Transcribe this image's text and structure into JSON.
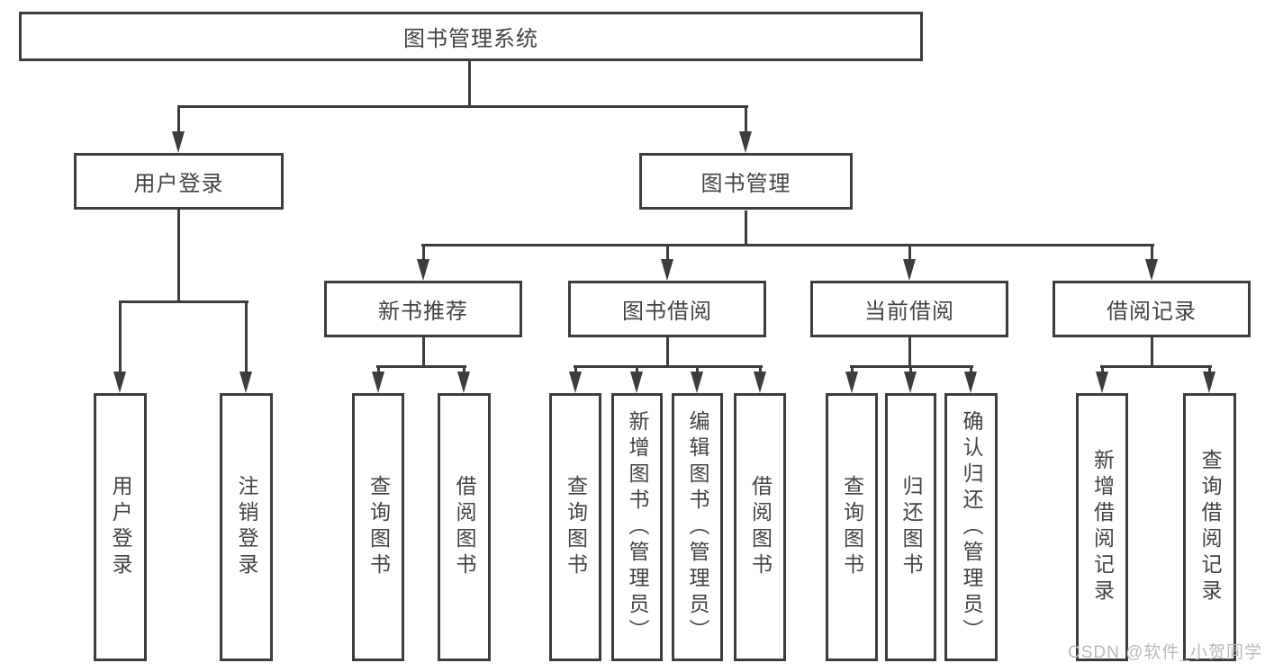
{
  "diagram": {
    "root": "图书管理系统",
    "nodes": {
      "user_login": "用户登录",
      "book_mgmt": "图书管理",
      "new_books": "新书推荐",
      "book_borrow": "图书借阅",
      "current_borrow": "当前借阅",
      "borrow_records": "借阅记录"
    },
    "leaves": {
      "user_login": [
        "用户登录",
        "注销登录"
      ],
      "new_books": [
        "查询图书",
        "借阅图书"
      ],
      "book_borrow": [
        "查询图书",
        "新增图书（管理员）",
        "编辑图书（管理员）",
        "借阅图书"
      ],
      "current_borrow": [
        "查询图书",
        "归还图书",
        "确认归还（管理员）"
      ],
      "borrow_records": [
        "新增借阅记录",
        "查询借阅记录"
      ]
    }
  },
  "watermark": "CSDN @软件_小贺同学",
  "colors": {
    "line": "#3d3d3d",
    "text": "#434343",
    "watermark": "#b9b9b9",
    "background": "#ffffff"
  }
}
